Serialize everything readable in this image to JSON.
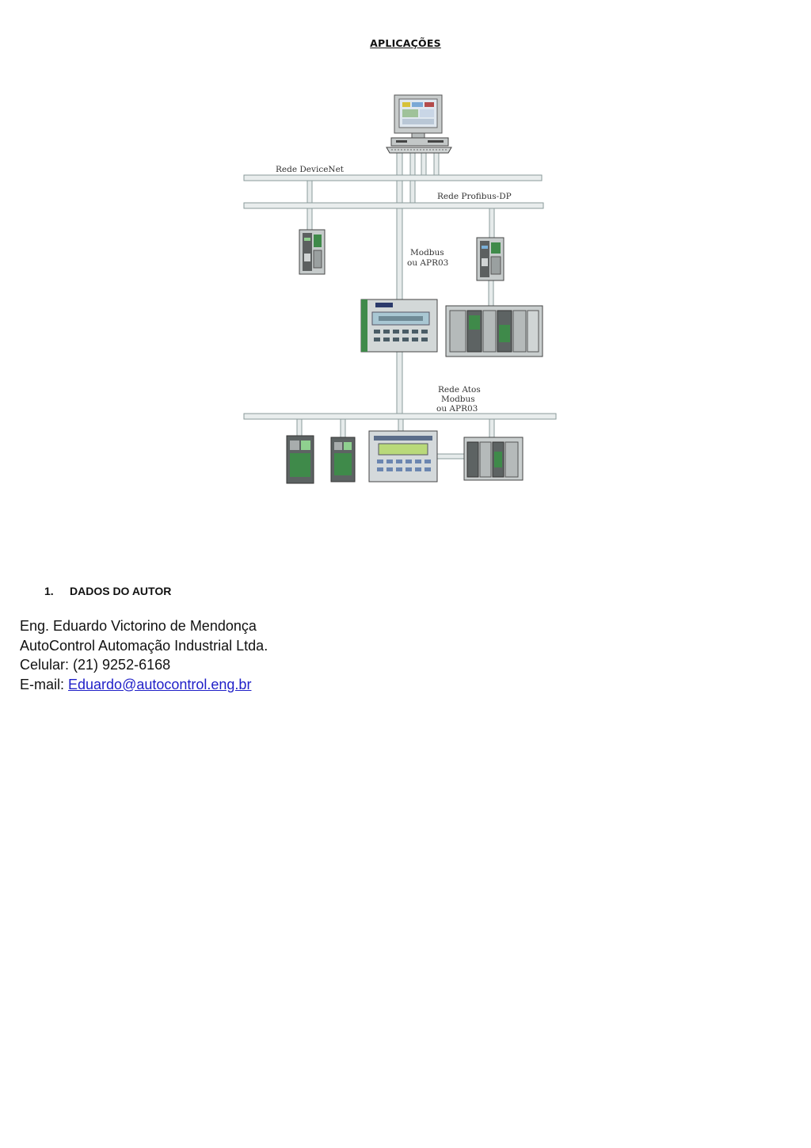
{
  "page": {
    "title": "APLICAÇÕES"
  },
  "diagram": {
    "labels": {
      "devicenet": "Rede DeviceNet",
      "profibus": "Rede Profibus-DP",
      "modbus_line1": "Modbus",
      "modbus_line2": "ou APR03",
      "atos_line1": "Rede Atos",
      "atos_line2": "Modbus",
      "atos_line3": "ou APR03"
    },
    "colors": {
      "bus_fill": "#e9eded",
      "bus_stroke": "#8a9a9a",
      "device_grey": "#c7cccc",
      "module_green": "#3f8a4a",
      "lcd_blue": "#a9c7d3",
      "lcd_green": "#b9d97a"
    },
    "devices": [
      "computer-icon",
      "devicenet-module-icon",
      "profibus-module-icon",
      "hmi-panel-icon",
      "plc-rack-icon",
      "io-module-icon",
      "io-module-icon",
      "keypad-hmi-icon",
      "plc-rack-icon"
    ]
  },
  "section": {
    "number": "1.",
    "heading": "DADOS DO AUTOR"
  },
  "author": {
    "name": "Eng. Eduardo Victorino de Mendonça",
    "company": "AutoControl Automação Industrial Ltda.",
    "phone": "Celular: (21) 9252-6168",
    "email_label": "E-mail: ",
    "email": "Eduardo@autocontrol.eng.br"
  }
}
